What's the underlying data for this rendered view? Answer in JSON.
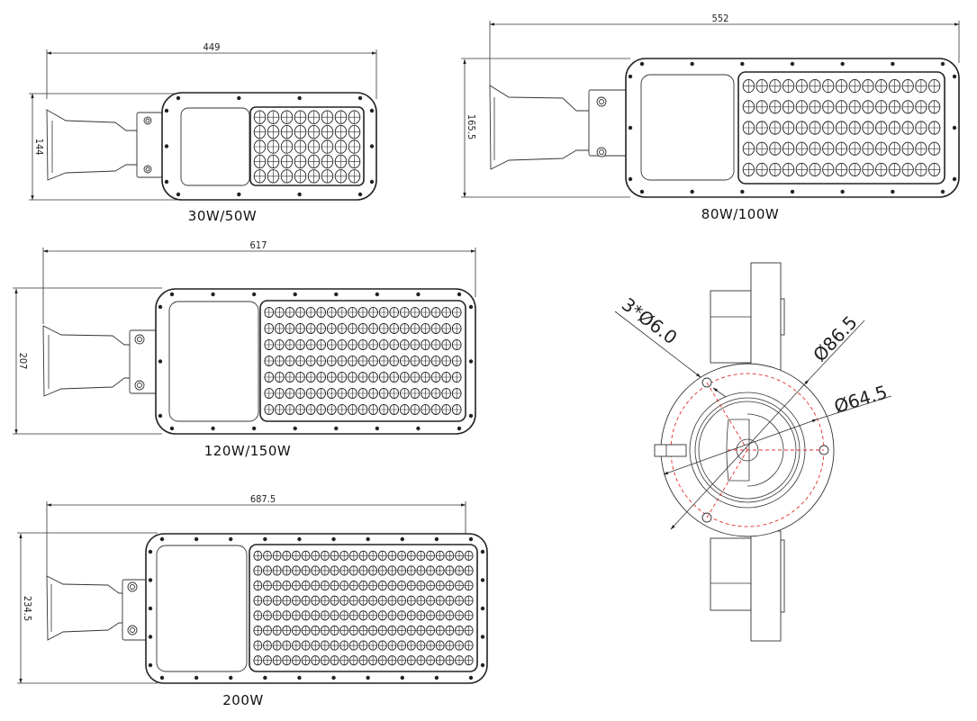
{
  "drawing": {
    "title": "LED street light dimension drawings",
    "line_color": "#222222",
    "centerline_color": "#e0302a",
    "views": [
      {
        "id": "30w-50w",
        "caption": "30W/50W",
        "length_dim": "449",
        "height_dim": "144",
        "led_rows": 5,
        "led_cols": 8
      },
      {
        "id": "80w-100w",
        "caption": "80W/100W",
        "length_dim": "552",
        "height_dim": "165.5",
        "led_rows": 5,
        "led_cols": 15
      },
      {
        "id": "120w-150w",
        "caption": "120W/150W",
        "length_dim": "617",
        "height_dim": "207",
        "led_rows": 7,
        "led_cols": 19
      },
      {
        "id": "200w",
        "caption": "200W",
        "length_dim": "687.5",
        "height_dim": "234.5",
        "led_rows": 8,
        "led_cols": 23
      }
    ],
    "mount_detail": {
      "hole_callout": "3*Ø6.0",
      "outer_dia": "Ø86.5",
      "bolt_circle_dia": "Ø64.5"
    }
  }
}
